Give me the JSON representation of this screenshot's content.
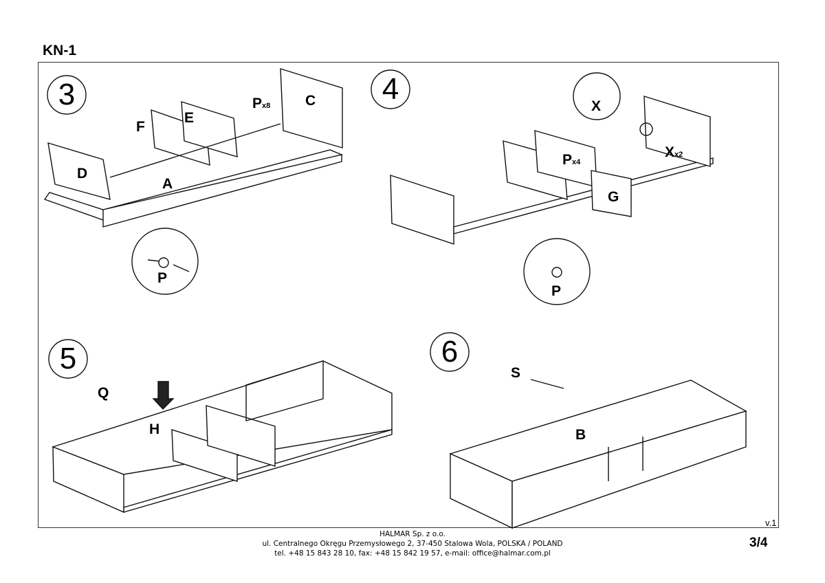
{
  "document": {
    "title": "KN-1",
    "version": "v.1",
    "page": "3/4"
  },
  "steps": [
    {
      "number": "3",
      "labels": {
        "p": "P",
        "p_qty": "x8",
        "c": "C",
        "f": "F",
        "e": "E",
        "d": "D",
        "a": "A",
        "detail": "P"
      }
    },
    {
      "number": "4",
      "labels": {
        "x": "X",
        "p": "P",
        "p_qty": "x4",
        "x2": "X",
        "x2_qty": "x2",
        "g": "G",
        "detail": "P"
      }
    },
    {
      "number": "5",
      "labels": {
        "q": "Q",
        "h": "H"
      }
    },
    {
      "number": "6",
      "labels": {
        "s": "S",
        "b": "B"
      }
    }
  ],
  "footer": {
    "company": "HALMAR Sp. z o.o.",
    "address": "ul. Centralnego Okręgu Przemysłowego 2, 37-450 Stalowa Wola, POLSKA / POLAND",
    "contact": "tel. +48 15 843 28 10, fax: +48 15 842 19 57, e-mail: office@halmar.com.pl"
  }
}
